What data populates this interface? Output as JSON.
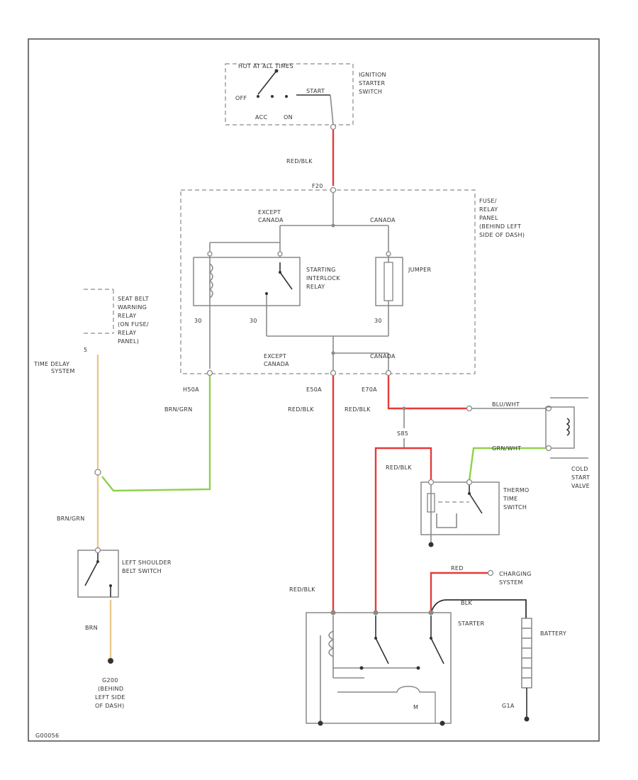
{
  "colors": {
    "red_wire": "#e63a3a",
    "green_wire": "#8ed14a",
    "tan_wire": "#e8c98c",
    "gray_wire": "#8a8a8a",
    "dark_wire": "#333333"
  },
  "labels": {
    "ignition_switch_positions_top": "HOT AT ALL TIMES",
    "ignition_off": "OFF",
    "ignition_start": "START",
    "ignition_acc": "ACC",
    "ignition_on": "ON",
    "ignition_switch": [
      "IGNITION",
      "STARTER",
      "SWITCH"
    ],
    "wire_red_blk_top": "RED/BLK",
    "fuse_pin_top": "F20",
    "except_canada_top": [
      "EXCEPT",
      "CANADA"
    ],
    "canada_top": "CANADA",
    "fuse_relay_panel": [
      "FUSE/",
      "RELAY",
      "PANEL",
      "(BEHIND LEFT",
      "SIDE OF DASH)"
    ],
    "starting_interlock_relay": [
      "STARTING",
      "INTERLOCK",
      "RELAY"
    ],
    "jumper": "JUMPER",
    "pin_left": "30",
    "pin_mid": "30",
    "pin_right": "30",
    "except_canada_bottom": [
      "EXCEPT",
      "CANADA"
    ],
    "canada_bottom": "CANADA",
    "seat_belt_relay": [
      "SEAT BELT",
      "WARNING",
      "RELAY",
      "(ON FUSE/",
      "RELAY",
      "PANEL)"
    ],
    "seat_belt_pin": "5",
    "time_delay_relay": [
      "TIME DELAY",
      "SYSTEM"
    ],
    "wire_h50a": "H50A",
    "wire_brn_grn_top": "BRN/GRN",
    "wire_e50a": "E50A",
    "wire_red_blk_mid": "RED/BLK",
    "wire_e70a": "E70A",
    "wire_red_blk_right": "RED/BLK",
    "wire_blu_wht": "BLU/WHT",
    "splice_s85": "S85",
    "wire_grn_wht": "GRN/WHT",
    "cold_start_valve": [
      "COLD",
      "START",
      "VALVE"
    ],
    "wire_red_blk_thermo": "RED/BLK",
    "thermo_time_switch": [
      "THERMO",
      "TIME",
      "SWITCH"
    ],
    "wire_brn_grn_left": "BRN/GRN",
    "left_shoulder_belt_switch": [
      "LEFT SHOULDER",
      "BELT SWITCH"
    ],
    "wire_brn": "BRN",
    "ground_g200": [
      "G200",
      "(BEHIND",
      "LEFT SIDE",
      "OF DASH)"
    ],
    "wire_red_blk_bottom": "RED/BLK",
    "wire_red": "RED",
    "charging_system": [
      "CHARGING",
      "SYSTEM"
    ],
    "wire_blk": "BLK",
    "starter": "STARTER",
    "battery": "BATTERY",
    "motor_m": "M",
    "g_ground": "G1A",
    "figure_id": "G00056"
  }
}
